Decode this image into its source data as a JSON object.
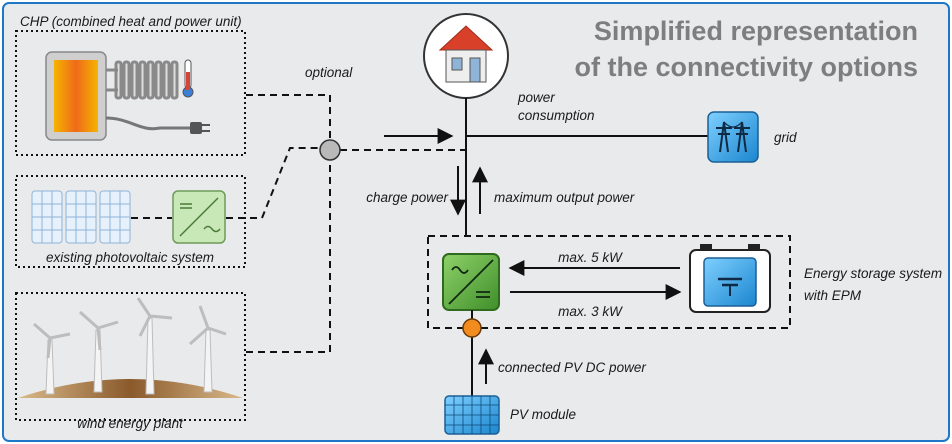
{
  "title": {
    "line1": "Simplified representation",
    "line2": "of the connectivity options"
  },
  "sources": {
    "chp_label": "CHP (combined heat and power unit)",
    "pv_label": "existing photovoltaic system",
    "wind_label": "wind energy plant"
  },
  "labels": {
    "optional": "optional",
    "power_consumption_1": "power",
    "power_consumption_2": "consumption",
    "grid": "grid",
    "charge_power": "charge power",
    "max_output_power": "maximum output power",
    "max_5kw": "max. 5 kW",
    "max_3kw": "max. 3 kW",
    "storage_1": "Energy storage system",
    "storage_2": "with EPM",
    "connected_pv": "connected PV DC power",
    "pv_module": "PV module"
  },
  "colors": {
    "background": "#e9eaec",
    "frame": "#1f77c8",
    "title": "#7e7e7e",
    "inverter_green": "#5fa83d",
    "battery_blue": "#2f9fe0",
    "junction_orange": "#f28c1e",
    "junction_grey": "#b9b9b9",
    "house_red": "#d8402a"
  }
}
